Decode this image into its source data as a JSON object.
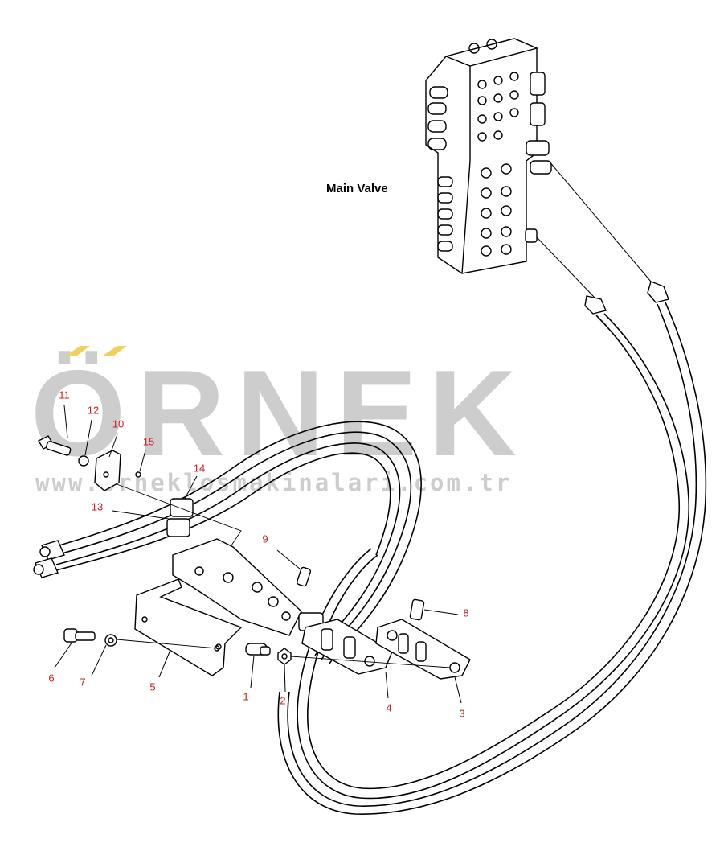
{
  "watermark": {
    "name": "ÖRNEK",
    "url": "www.orneklosmakinalari.com.tr",
    "color": "#c8c8c8",
    "accent_color": "#f2d060"
  },
  "labels": {
    "main_valve": "Main Valve"
  },
  "callout_color": "#cc2222",
  "callouts": [
    {
      "id": "11",
      "text": "11"
    },
    {
      "id": "12",
      "text": "12"
    },
    {
      "id": "10",
      "text": "10"
    },
    {
      "id": "15",
      "text": "15"
    },
    {
      "id": "14",
      "text": "14"
    },
    {
      "id": "13",
      "text": "13"
    },
    {
      "id": "9",
      "text": "9"
    },
    {
      "id": "8",
      "text": "8"
    },
    {
      "id": "6",
      "text": "6"
    },
    {
      "id": "7",
      "text": "7"
    },
    {
      "id": "5",
      "text": "5"
    },
    {
      "id": "1",
      "text": "1"
    },
    {
      "id": "2",
      "text": "2"
    },
    {
      "id": "4",
      "text": "4"
    },
    {
      "id": "3",
      "text": "3"
    }
  ]
}
